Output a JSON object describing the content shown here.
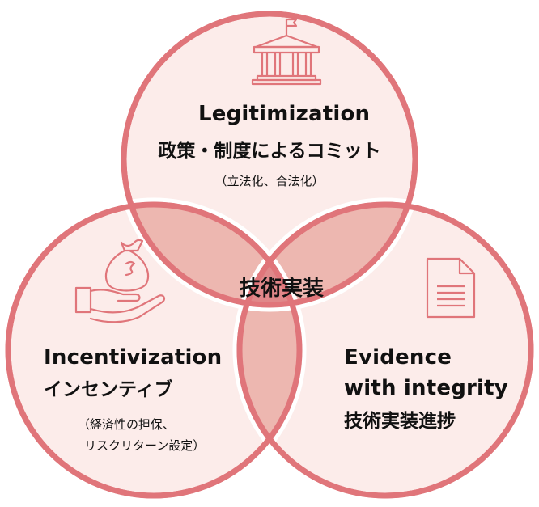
{
  "colors": {
    "circle_fill": "#fcecea",
    "circle_stroke": "#e0757a",
    "overlap_fill": "#edb7b0",
    "center_fill": "#e0888a",
    "icon_stroke": "#e0757a"
  },
  "top": {
    "title": "Legitimization",
    "subtitle": "政策・制度によるコミット",
    "note": "（立法化、合法化）",
    "icon": "government-building-icon"
  },
  "left": {
    "title": "Incentivization",
    "subtitle": "インセンティブ",
    "note_line1": "（経済性の担保、",
    "note_line2": "リスクリターン設定）",
    "icon": "money-bag-in-hand-icon"
  },
  "right": {
    "title_line1": "Evidence",
    "title_line2": "with integrity",
    "subtitle": "技術実装進捗",
    "icon": "document-icon"
  },
  "center": {
    "label": "技術実装"
  }
}
